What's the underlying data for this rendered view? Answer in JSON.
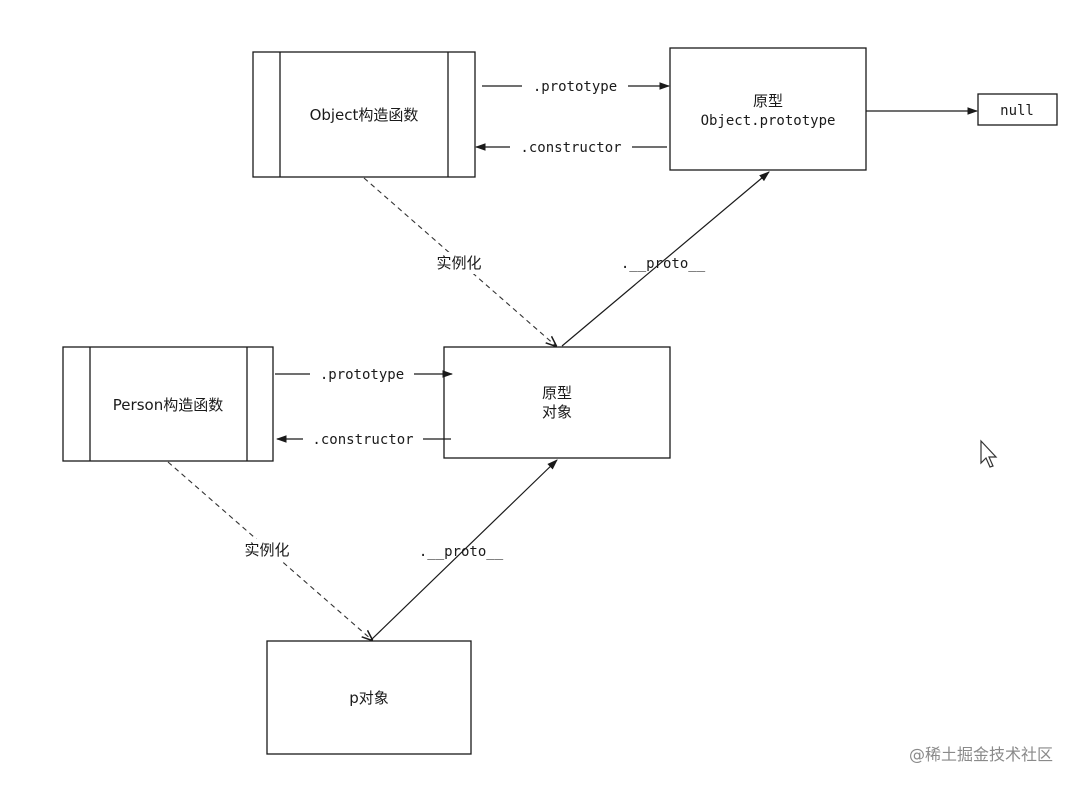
{
  "nodes": {
    "object_ctor": "Object构造函数",
    "object_proto_line1": "原型",
    "object_proto_line2": "Object.prototype",
    "null_box": "null",
    "person_ctor": "Person构造函数",
    "person_proto_line1": "原型",
    "person_proto_line2": "对象",
    "p_obj": "p对象"
  },
  "edges": {
    "obj_prototype": ".prototype",
    "obj_constructor": ".constructor",
    "obj_instantiate": "实例化",
    "obj_proto_link": ".__proto__",
    "person_prototype": ".prototype",
    "person_constructor": ".constructor",
    "person_instantiate": "实例化",
    "p_proto_link": ".__proto__"
  },
  "watermark": "@稀土掘金技术社区"
}
